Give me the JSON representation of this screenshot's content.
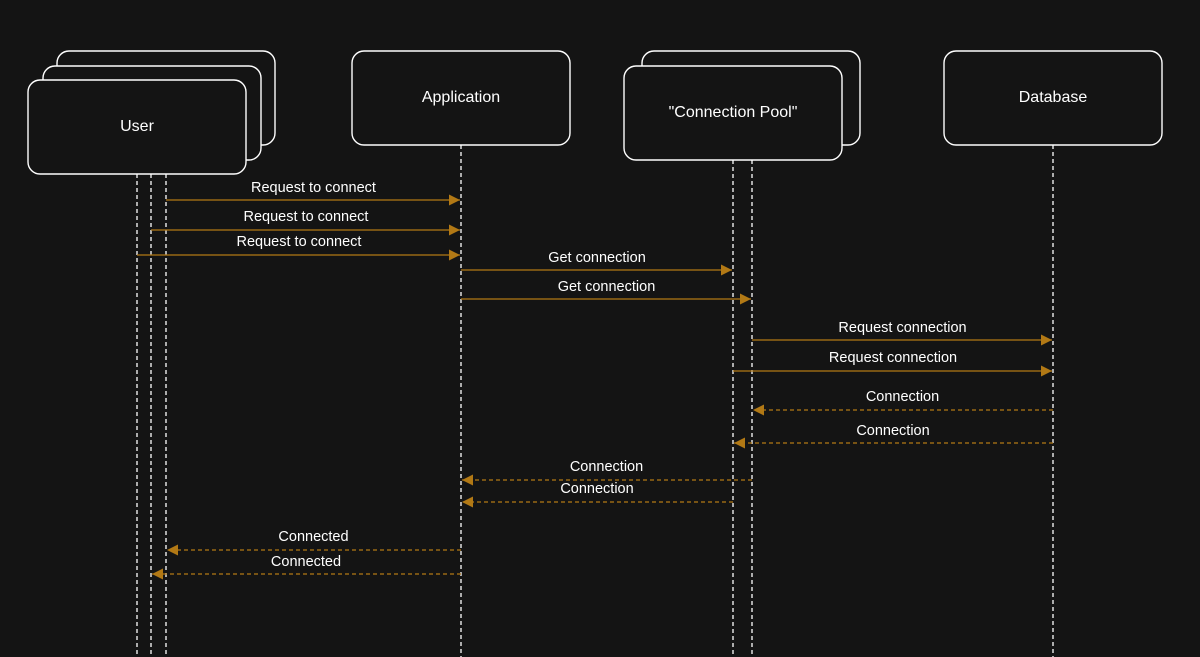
{
  "colors": {
    "background": "#141414",
    "box_border": "#ffffff",
    "lifeline": "#ffffff",
    "arrow": "#b27915",
    "text": "#ffffff"
  },
  "actors": [
    {
      "id": "user",
      "label": "User",
      "stacked_copies": 3
    },
    {
      "id": "application",
      "label": "Application",
      "stacked_copies": 1
    },
    {
      "id": "pool",
      "label": "\"Connection Pool\"",
      "stacked_copies": 2
    },
    {
      "id": "database",
      "label": "Database",
      "stacked_copies": 1
    }
  ],
  "messages": [
    {
      "from": "user.2",
      "to": "application.0",
      "label": "Request to connect",
      "style": "solid"
    },
    {
      "from": "user.1",
      "to": "application.0",
      "label": "Request to connect",
      "style": "solid"
    },
    {
      "from": "user.0",
      "to": "application.0",
      "label": "Request to connect",
      "style": "solid"
    },
    {
      "from": "application.0",
      "to": "pool.0",
      "label": "Get connection",
      "style": "solid"
    },
    {
      "from": "application.0",
      "to": "pool.1",
      "label": "Get connection",
      "style": "solid"
    },
    {
      "from": "pool.1",
      "to": "database.0",
      "label": "Request connection",
      "style": "solid"
    },
    {
      "from": "pool.0",
      "to": "database.0",
      "label": "Request connection",
      "style": "solid"
    },
    {
      "from": "database.0",
      "to": "pool.1",
      "label": "Connection",
      "style": "dashed"
    },
    {
      "from": "database.0",
      "to": "pool.0",
      "label": "Connection",
      "style": "dashed"
    },
    {
      "from": "pool.1",
      "to": "application.0",
      "label": "Connection",
      "style": "dashed"
    },
    {
      "from": "pool.0",
      "to": "application.0",
      "label": "Connection",
      "style": "dashed"
    },
    {
      "from": "application.0",
      "to": "user.2",
      "label": "Connected",
      "style": "dashed"
    },
    {
      "from": "application.0",
      "to": "user.1",
      "label": "Connected",
      "style": "dashed"
    }
  ]
}
